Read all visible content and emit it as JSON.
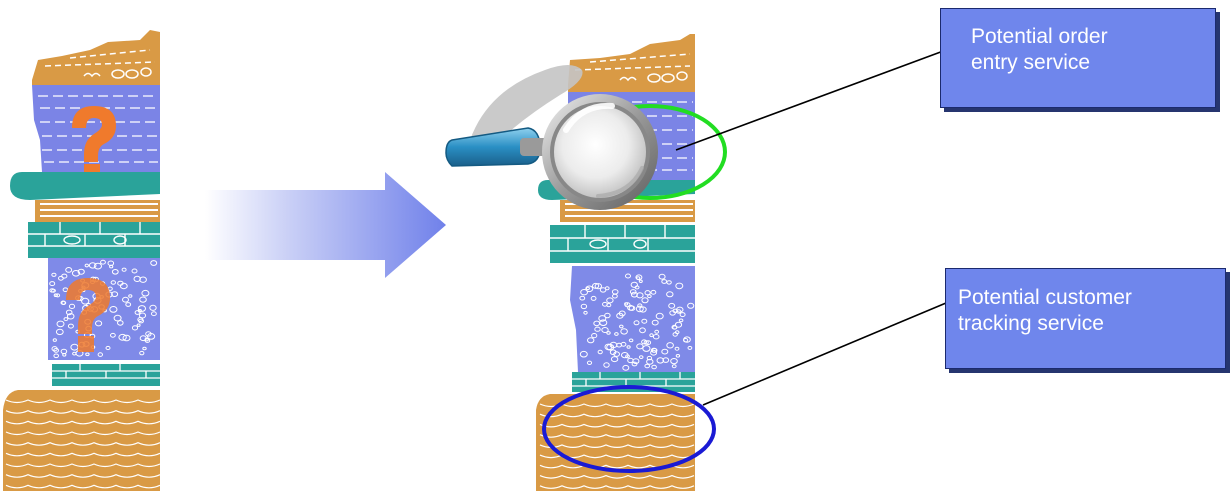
{
  "colors": {
    "sandstone": "#d99a45",
    "sandstone_dark": "#b8782a",
    "shale": "#7b84e6",
    "conglomerate": "#7f8ae8",
    "limestone": "#2aa39a",
    "teal_dark": "#158a80",
    "question_mark": "#f07a2c",
    "arrow": "#7081ea",
    "callout_fill": "#6f86ec",
    "callout_shadow": "#26356f",
    "order_highlight": "#22dd22",
    "tracking_highlight": "#1a1ad4",
    "magnifier_handle": "#2a8fc4"
  },
  "left_column": {
    "layers": [
      "sandstone",
      "shale",
      "limestone",
      "conglomerate",
      "limestone",
      "sandstone"
    ],
    "unknown_marks": [
      "question-mark",
      "question-mark"
    ]
  },
  "arrow": {
    "direction": "right"
  },
  "right_column": {
    "layers": [
      "sandstone",
      "shale",
      "limestone",
      "conglomerate",
      "limestone",
      "sandstone"
    ],
    "tool": "magnifier-icon"
  },
  "callouts": {
    "order_entry": {
      "lines": [
        "Potential order",
        "entry service"
      ]
    },
    "customer_tracking": {
      "lines": [
        "Potential customer",
        "tracking service"
      ]
    }
  }
}
